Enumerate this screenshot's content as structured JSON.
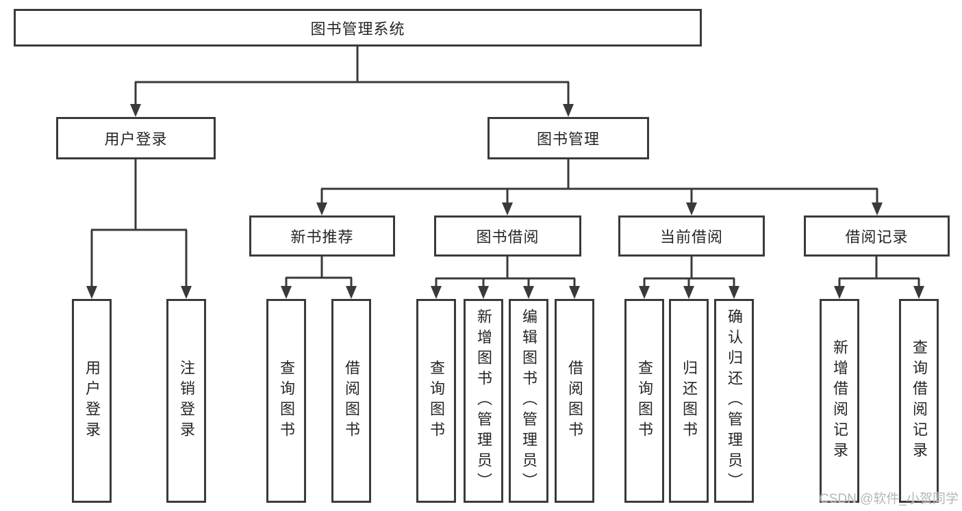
{
  "diagram": {
    "root": "图书管理系统",
    "level2": [
      "用户登录",
      "图书管理"
    ],
    "level3": [
      "新书推荐",
      "图书借阅",
      "当前借阅",
      "借阅记录"
    ],
    "leaves": {
      "user_login": [
        "用户登录",
        "注销登录"
      ],
      "new_book": [
        "查询图书",
        "借阅图书"
      ],
      "book_borrow": [
        "查询图书",
        "新增图书（管理员）",
        "编辑图书（管理员）",
        "借阅图书"
      ],
      "current_borrow": [
        "查询图书",
        "归还图书",
        "确认归还（管理员）"
      ],
      "borrow_record": [
        "新增借阅记录",
        "查询借阅记录"
      ]
    }
  },
  "watermark": {
    "text": "CSDN @软件_小贺同学"
  },
  "colors": {
    "line": "#3a3a3a",
    "box_border": "#3a3a3a",
    "box_background": "#ffffff",
    "text": "#262626",
    "watermark": "#b2b2b2"
  }
}
